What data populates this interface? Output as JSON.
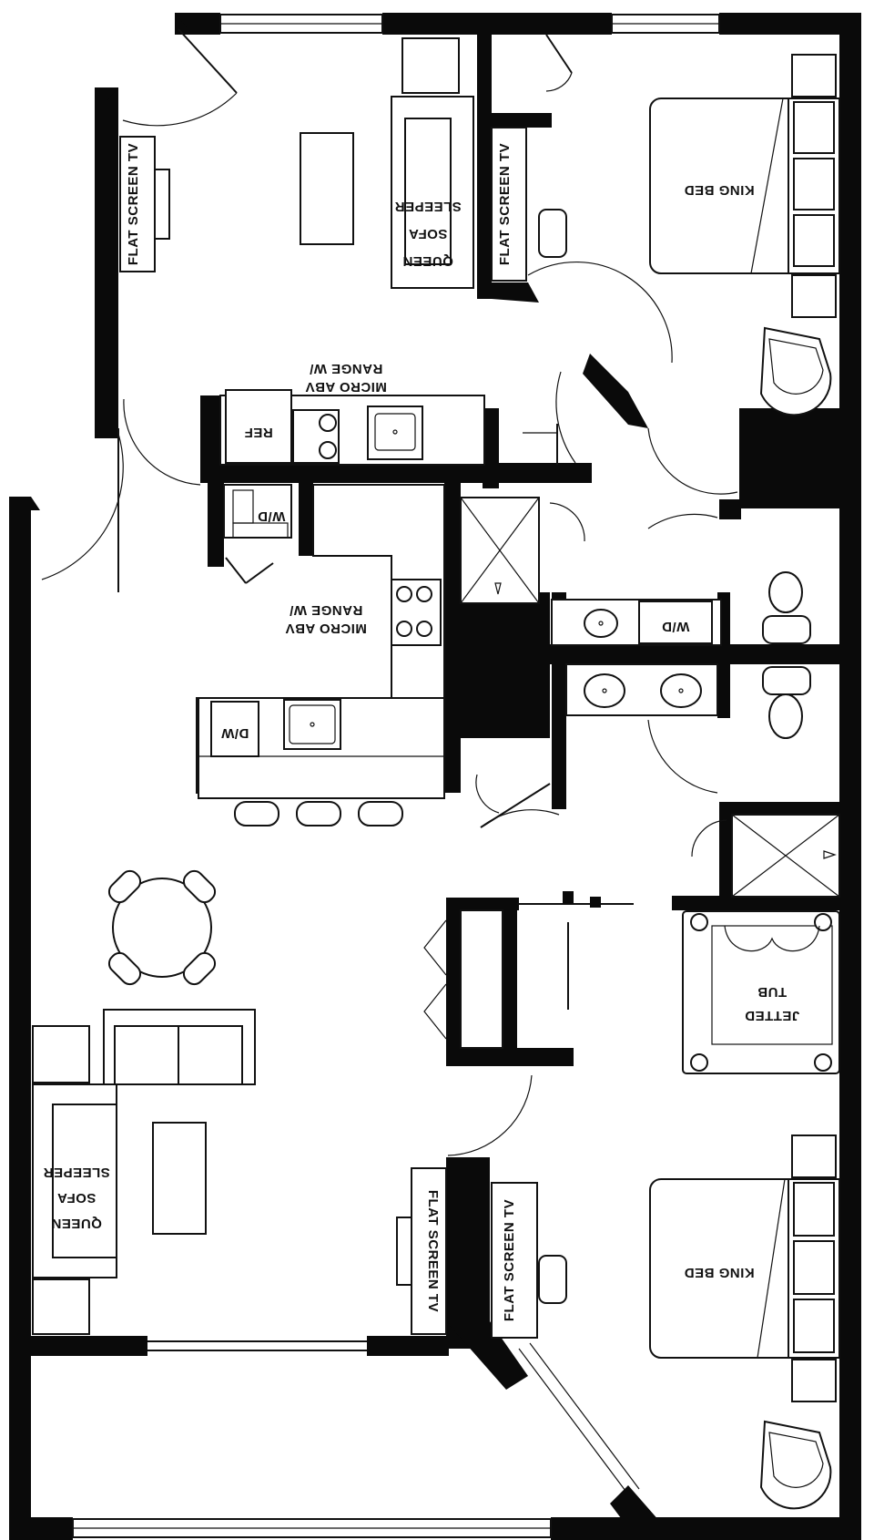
{
  "labels": {
    "flat_screen_tv": "FLAT SCREEN TV",
    "queen_sofa_sleeper_line1": "QUEEN",
    "queen_sofa_sleeper_line2": "SOFA",
    "queen_sofa_sleeper_line3": "SLEEPER",
    "king_bed": "KING BED",
    "range_line1": "RANGE W/",
    "range_line2": "MICRO ABV",
    "ref": "REF",
    "wd": "W/D",
    "dw": "D/W",
    "jetted_tub_line1": "JETTED",
    "jetted_tub_line2": "TUB"
  }
}
